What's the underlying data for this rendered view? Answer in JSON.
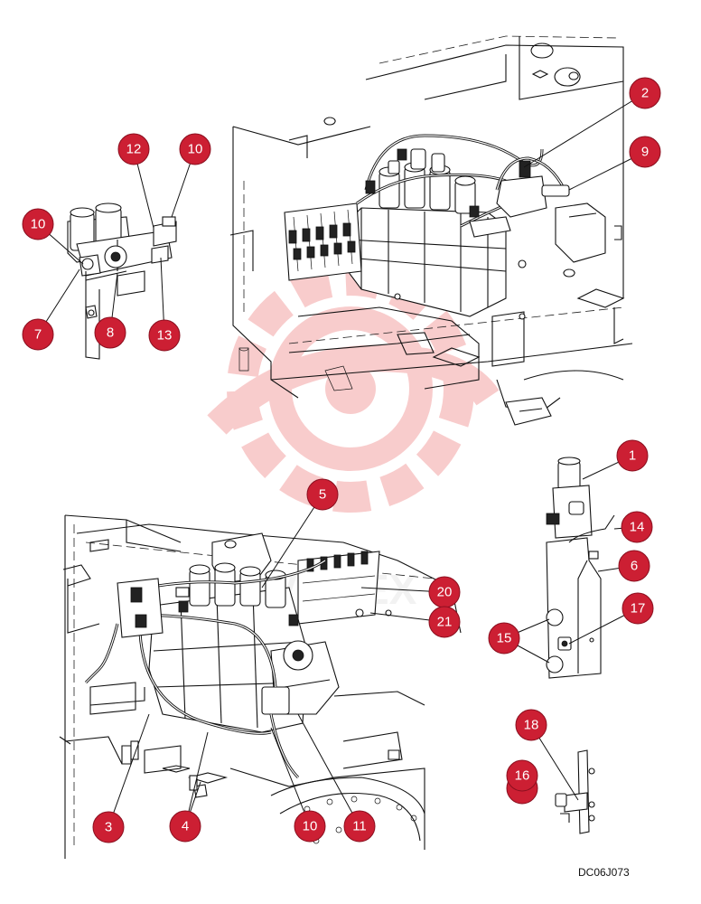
{
  "drawing_code": "DC06J073",
  "watermark_text": "VIATEX",
  "colors": {
    "callout": "#cc1f33",
    "watermark": "#f3b8b8",
    "line": "#111111"
  },
  "callouts": [
    {
      "label": "2"
    },
    {
      "label": "9"
    },
    {
      "label": "12"
    },
    {
      "label": "10"
    },
    {
      "label": "10"
    },
    {
      "label": "7"
    },
    {
      "label": "8"
    },
    {
      "label": "13"
    },
    {
      "label": "1"
    },
    {
      "label": "14"
    },
    {
      "label": "6"
    },
    {
      "label": "17"
    },
    {
      "label": "15"
    },
    {
      "label": "5"
    },
    {
      "label": "20"
    },
    {
      "label": "21"
    },
    {
      "label": "3"
    },
    {
      "label": "4"
    },
    {
      "label": "10"
    },
    {
      "label": "11"
    },
    {
      "label": "18"
    },
    {
      "label": "16"
    }
  ]
}
